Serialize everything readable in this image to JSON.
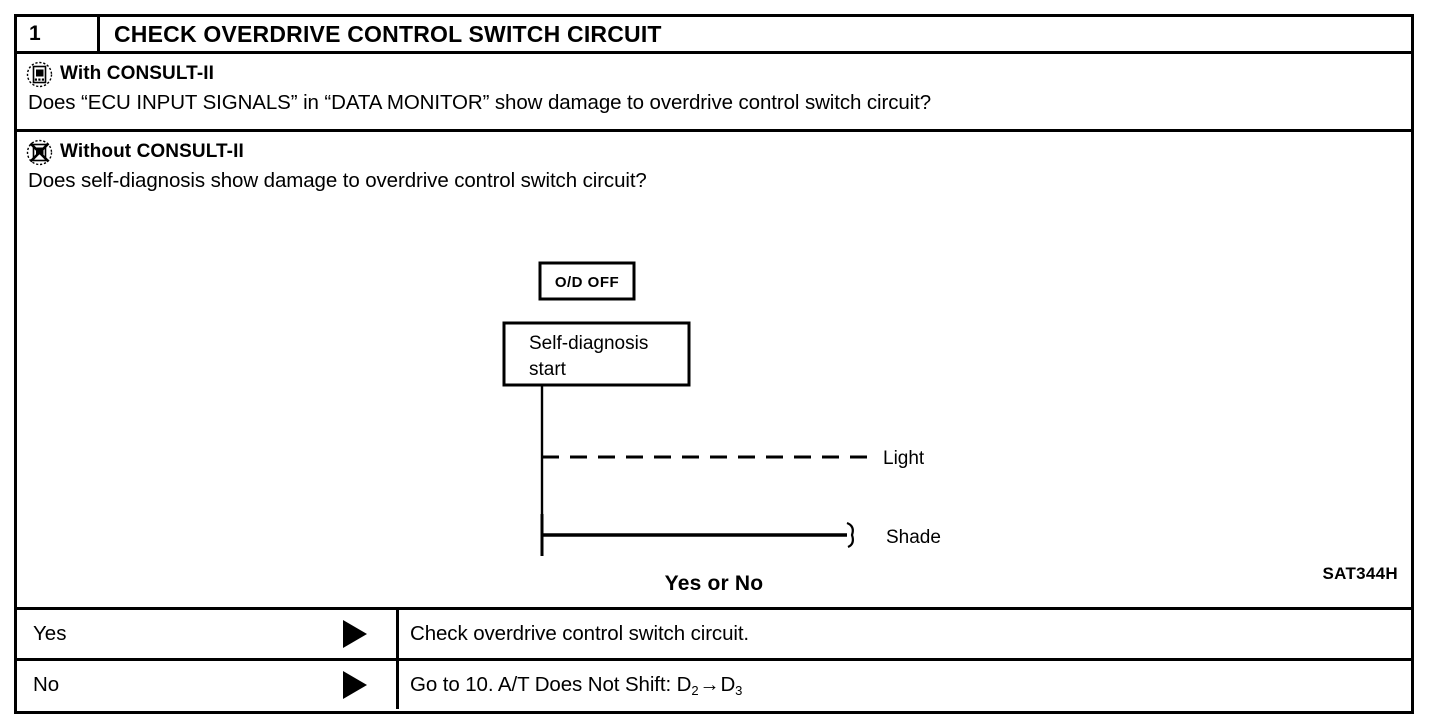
{
  "header": {
    "step_number": "1",
    "title": "CHECK OVERDRIVE CONTROL SWITCH CIRCUIT"
  },
  "conditions": [
    {
      "icon": "consult-tool-icon",
      "label": "With CONSULT-II",
      "question": "Does “ECU INPUT SIGNALS” in “DATA MONITOR” show damage to overdrive control switch circuit?"
    },
    {
      "icon": "consult-tool-crossed-out-icon",
      "label": "Without CONSULT-II",
      "question": "Does self-diagnosis show damage to overdrive control switch circuit?"
    }
  ],
  "diagram": {
    "indicator_box_label": "O/D OFF",
    "state_box_line1": "Self-diagnosis",
    "state_box_line2": "start",
    "signal_light_label": "Light",
    "signal_shade_label": "Shade",
    "figure_reference": "SAT344H"
  },
  "decision_prompt": "Yes or No",
  "results": [
    {
      "answer": "Yes",
      "arrow": "solid-right-triangle-icon",
      "action_prefix": "Check overdrive control switch circuit.",
      "action_gear_from": "",
      "action_gear_to": "",
      "action_suffix": ""
    },
    {
      "answer": "No",
      "arrow": "solid-right-triangle-icon",
      "action_prefix": "Go to 10. A/T Does Not Shift: D",
      "action_gear_from": "2",
      "action_gear_to": "3",
      "action_middle": "D",
      "action_suffix": ""
    }
  ],
  "colors": {
    "ink": "#000000",
    "paper": "#ffffff"
  }
}
